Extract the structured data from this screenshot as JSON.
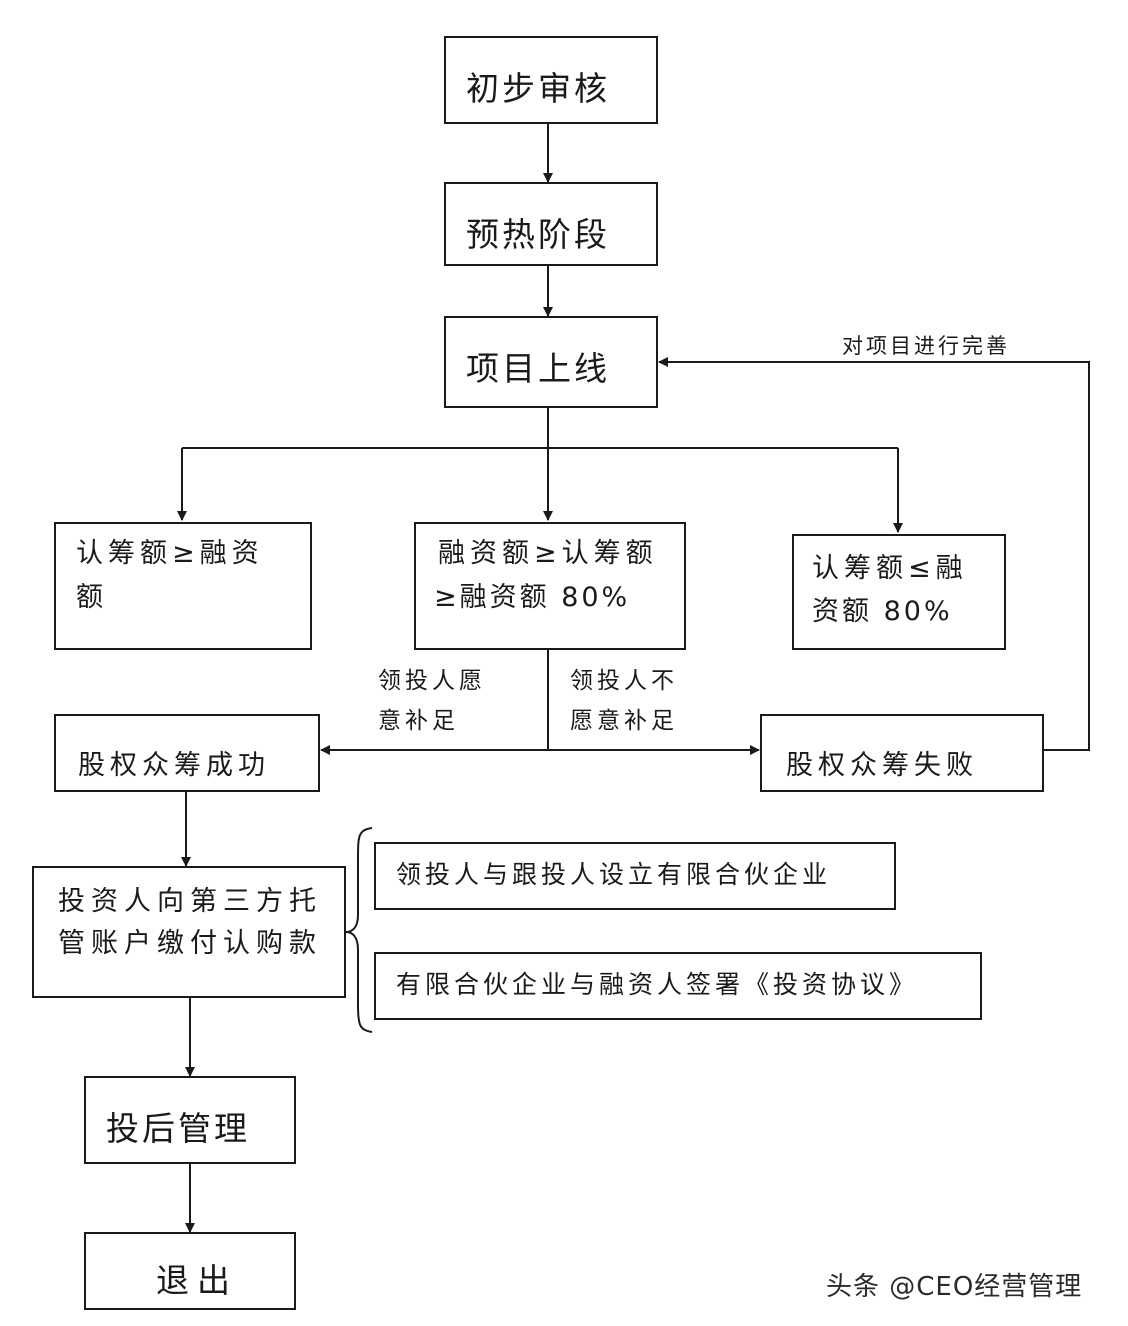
{
  "flowchart": {
    "step_review": "初步审核",
    "step_warmup": "预热阶段",
    "step_online": "项目上线",
    "cond_left_line1": "认筹额≥融资",
    "cond_left_line2": "额",
    "cond_mid_line1": "融资额≥认筹额",
    "cond_mid_line2": "≥融资额 80%",
    "cond_right_line1": "认筹额≤融",
    "cond_right_line2": "资额 80%",
    "label_willing_line1": "领投人愿",
    "label_willing_line2": "意补足",
    "label_unwilling_line1": "领投人不",
    "label_unwilling_line2": "愿意补足",
    "label_improve": "对项目进行完善",
    "result_success": "股权众筹成功",
    "result_fail": "股权众筹失败",
    "step_payment_line1": "投资人向第三方托",
    "step_payment_line2": "管账户缴付认购款",
    "note_partnership": "领投人与跟投人设立有限合伙企业",
    "note_agreement": "有限合伙企业与融资人签署《投资协议》",
    "step_post": "投后管理",
    "step_exit": "退出"
  },
  "watermark": "头条 @CEO经营管理"
}
